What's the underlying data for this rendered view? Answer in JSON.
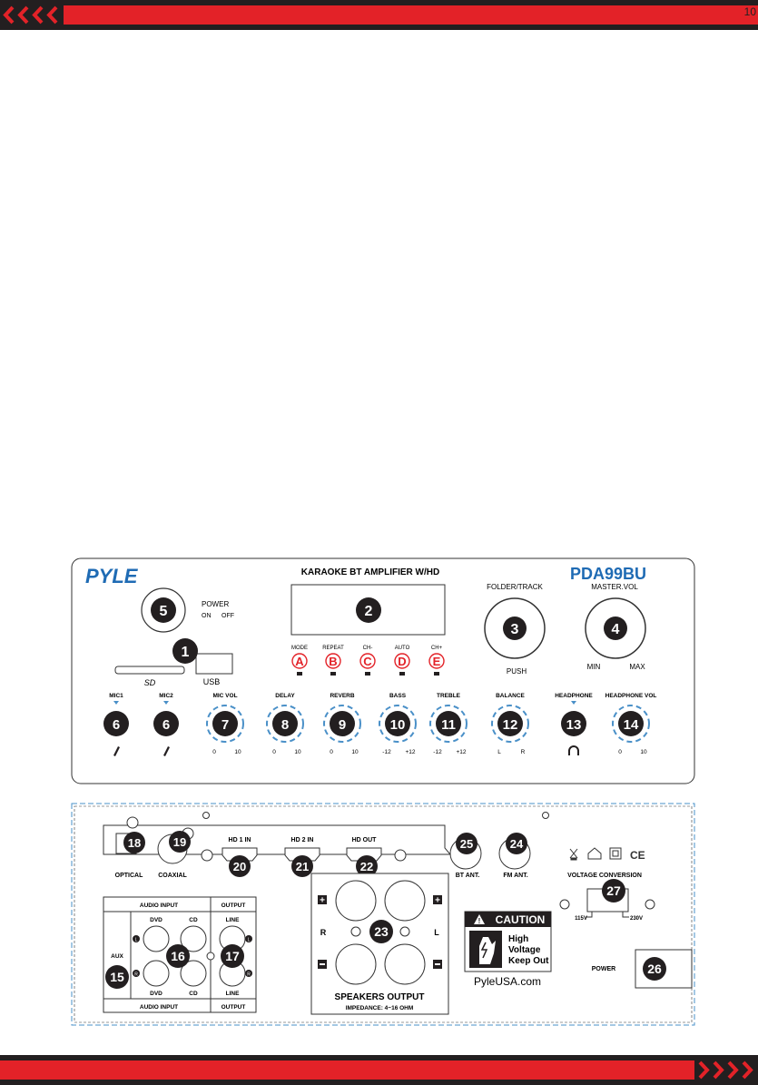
{
  "page": {
    "number": "10",
    "colors": {
      "accent": "#e32228",
      "dark": "#231f20",
      "guide": "#4a90c8"
    }
  },
  "front_panel": {
    "brand": "PYLE",
    "title": "KARAOKE BT AMPLIFIER W/HD",
    "model": "PDA99BU",
    "power_label": "POWER",
    "power_on": "ON",
    "power_off": "OFF",
    "sd_label": "SD",
    "usb_label": "USB",
    "folder_track": "FOLDER/TRACK",
    "push": "PUSH",
    "master_vol": "MASTER.VOL",
    "min": "MIN",
    "max": "MAX",
    "buttons": [
      {
        "top": "MODE",
        "letter": "A"
      },
      {
        "top": "REPEAT",
        "letter": "B"
      },
      {
        "top": "CH-",
        "letter": "C"
      },
      {
        "top": "AUTO",
        "letter": "D"
      },
      {
        "top": "CH+",
        "letter": "E"
      }
    ],
    "knobs": [
      {
        "label": "MIC1",
        "num": "6",
        "left": "",
        "right": ""
      },
      {
        "label": "MIC2",
        "num": "6",
        "left": "",
        "right": ""
      },
      {
        "label": "MIC VOL",
        "num": "7",
        "left": "0",
        "right": "10"
      },
      {
        "label": "DELAY",
        "num": "8",
        "left": "0",
        "right": "10"
      },
      {
        "label": "REVERB",
        "num": "9",
        "left": "0",
        "right": "10"
      },
      {
        "label": "BASS",
        "num": "10",
        "left": "-12",
        "right": "+12"
      },
      {
        "label": "TREBLE",
        "num": "11",
        "left": "-12",
        "right": "+12"
      },
      {
        "label": "BALANCE",
        "num": "12",
        "left": "L",
        "right": "R"
      },
      {
        "label": "HEADPHONE",
        "num": "13",
        "left": "",
        "right": ""
      },
      {
        "label": "HEADPHONE VOL",
        "num": "14",
        "left": "0",
        "right": "10"
      }
    ],
    "callouts": {
      "n1": "1",
      "n2": "2",
      "n3": "3",
      "n4": "4",
      "n5": "5"
    }
  },
  "rear_panel": {
    "optical": "OPTICAL",
    "coaxial": "COAXIAL",
    "hd1": "HD 1 IN",
    "hd2": "HD 2 IN",
    "hdout": "HD OUT",
    "bt_ant": "BT ANT.",
    "fm_ant": "FM ANT.",
    "voltage_conversion": "VOLTAGE CONVERSION",
    "v115": "115V",
    "v230": "230V",
    "power": "POWER",
    "audio_input": "AUDIO INPUT",
    "output": "OUTPUT",
    "aux": "AUX",
    "dvd": "DVD",
    "cd": "CD",
    "line": "LINE",
    "l": "L",
    "r": "R",
    "speakers_output": "SPEAKERS OUTPUT",
    "impedance": "IMPEDANCE: 4~16 OHM",
    "caution": "CAUTION",
    "caution_lines": [
      "High",
      "Voltage",
      "Keep Out"
    ],
    "website": "PyleUSA.com",
    "callouts": {
      "n15": "15",
      "n16": "16",
      "n17": "17",
      "n18": "18",
      "n19": "19",
      "n20": "20",
      "n21": "21",
      "n22": "22",
      "n23": "23",
      "n24": "24",
      "n25": "25",
      "n26": "26",
      "n27": "27"
    }
  }
}
